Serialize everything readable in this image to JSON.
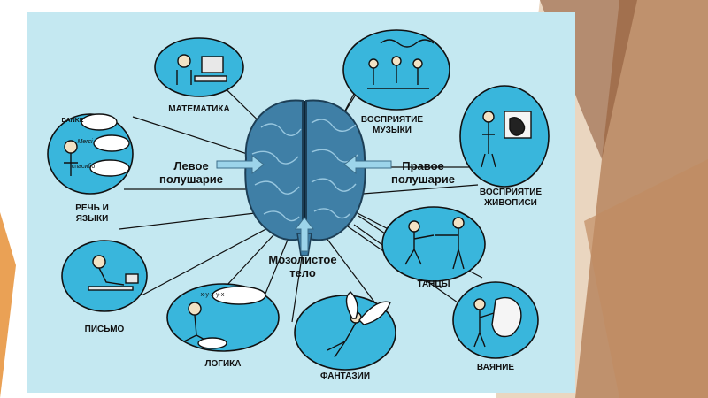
{
  "colors": {
    "panel_bg": "#c4e8f1",
    "bubble_fill": "#39b6dc",
    "brain": "#3f7fa6",
    "arrow": "#9cd4ea",
    "deco_brown": "#b07a52",
    "deco_tan": "#d9b48c",
    "deco_orange": "#e5892a"
  },
  "center": {
    "left_hemisphere": "Левое\nполушарие",
    "right_hemisphere": "Правое\nполушарие",
    "corpus_callosum": "Мозолистое\nтело"
  },
  "abilities": {
    "math": "МАТЕМАТИКА",
    "music": "ВОСПРИЯТИЕ\nМУЗЫКИ",
    "speech": "РЕЧЬ И\nЯЗЫКИ",
    "painting": "ВОСПРИЯТИЕ\nЖИВОПИСИ",
    "dance": "ТАНЦЫ",
    "writing": "ПИСЬМО",
    "logic": "ЛОГИКА",
    "fantasy": "ФАНТАЗИИ",
    "sculpture": "ВАЯНИЕ"
  },
  "bubble_texts": {
    "speech_words": [
      "DANKE",
      "Merci",
      "спасибо"
    ],
    "logic_formula": "x·y·z·y·x"
  },
  "icons": [
    "brain-illustration",
    "math-figure-icon",
    "music-orchestra-icon",
    "speech-figure-icon",
    "painting-figure-icon",
    "dancers-icon",
    "writing-figure-icon",
    "thinking-figure-icon",
    "fairy-icon",
    "sculptor-icon"
  ]
}
